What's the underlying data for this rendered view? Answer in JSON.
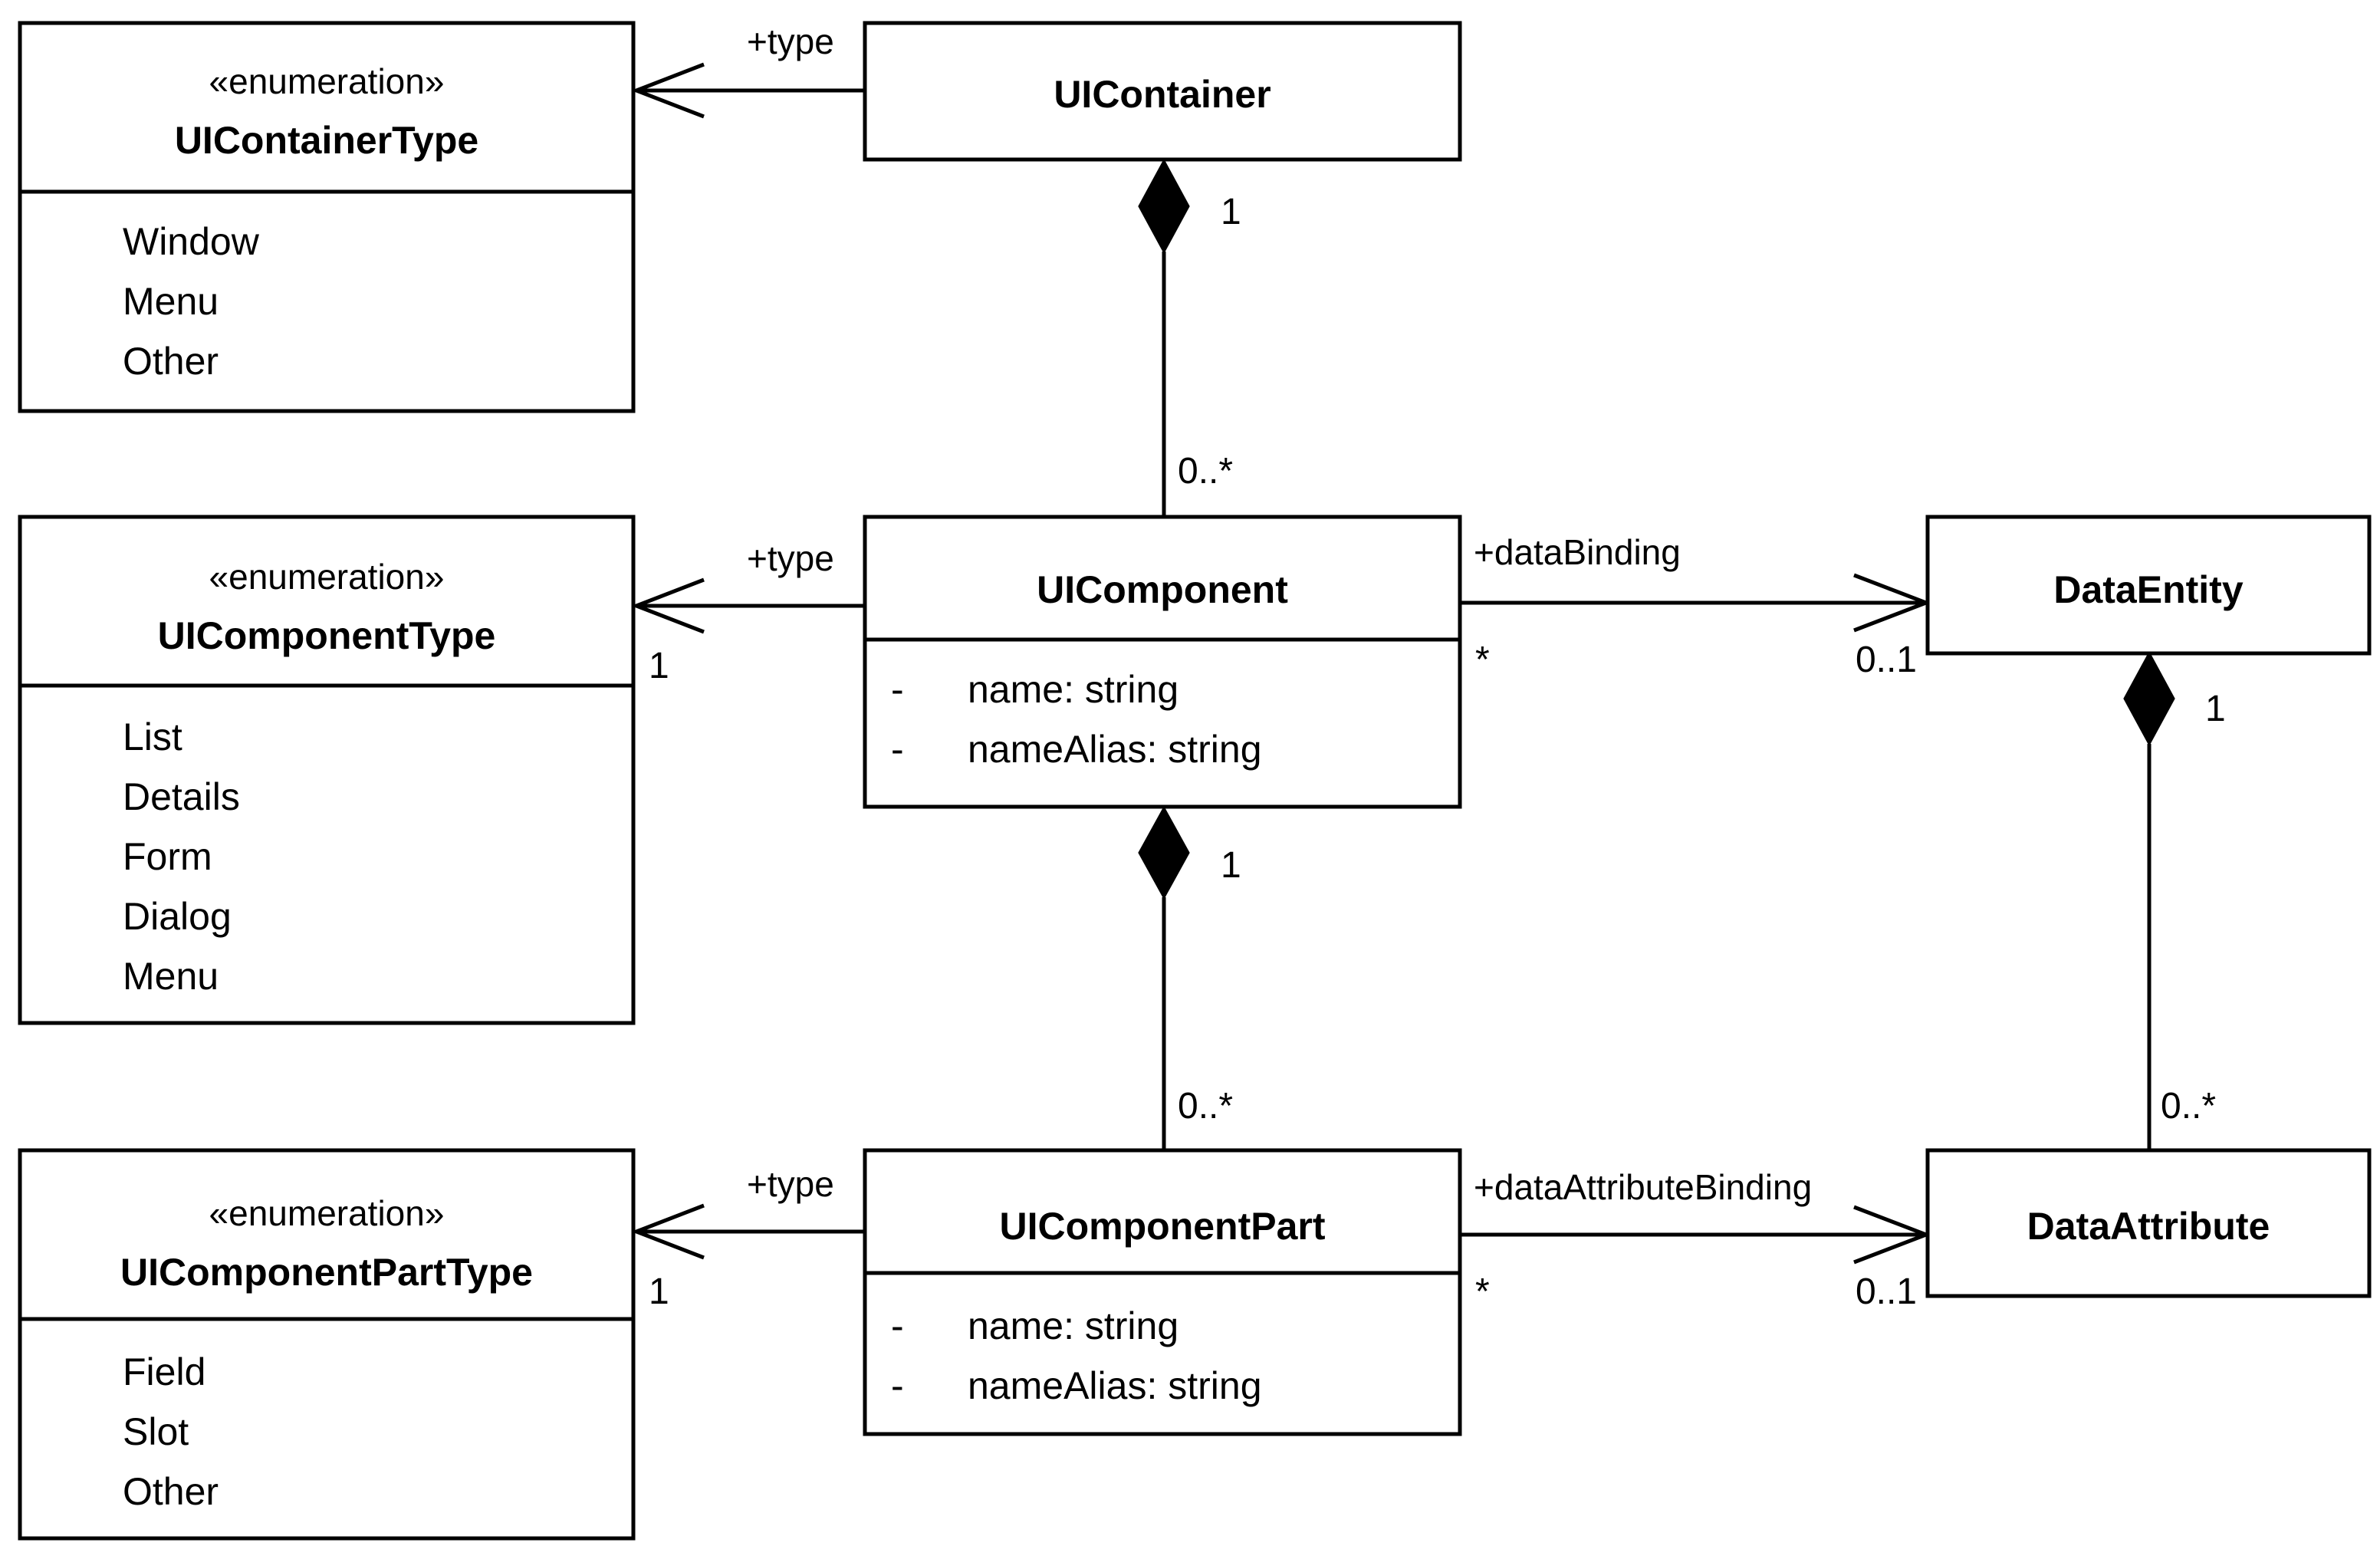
{
  "classes": {
    "ui_container_type": {
      "stereotype": "«enumeration»",
      "name": "UIContainerType",
      "literals": [
        "Window",
        "Menu",
        "Other"
      ]
    },
    "ui_component_type": {
      "stereotype": "«enumeration»",
      "name": "UIComponentType",
      "literals": [
        "List",
        "Details",
        "Form",
        "Dialog",
        "Menu"
      ]
    },
    "ui_component_part_type": {
      "stereotype": "«enumeration»",
      "name": "UIComponentPartType",
      "literals": [
        "Field",
        "Slot",
        "Other"
      ]
    },
    "ui_container": {
      "name": "UIContainer"
    },
    "ui_component": {
      "name": "UIComponent",
      "attributes": [
        {
          "visibility": "-",
          "text": "name: string"
        },
        {
          "visibility": "-",
          "text": "nameAlias: string"
        }
      ]
    },
    "ui_component_part": {
      "name": "UIComponentPart",
      "attributes": [
        {
          "visibility": "-",
          "text": "name: string"
        },
        {
          "visibility": "-",
          "text": "nameAlias: string"
        }
      ]
    },
    "data_entity": {
      "name": "DataEntity"
    },
    "data_attribute": {
      "name": "DataAttribute"
    }
  },
  "associations": {
    "container_type": {
      "role": "+type"
    },
    "component_type": {
      "role": "+type",
      "target_mult": "1"
    },
    "part_type": {
      "role": "+type",
      "target_mult": "1"
    },
    "container_component": {
      "whole_mult": "1",
      "part_mult": "0..*"
    },
    "component_part": {
      "whole_mult": "1",
      "part_mult": "0..*"
    },
    "entity_attribute": {
      "whole_mult": "1",
      "part_mult": "0..*"
    },
    "data_binding": {
      "role": "+dataBinding",
      "source_mult": "*",
      "target_mult": "0..1"
    },
    "data_attribute_binding": {
      "role": "+dataAttributeBinding",
      "source_mult": "*",
      "target_mult": "0..1"
    }
  }
}
